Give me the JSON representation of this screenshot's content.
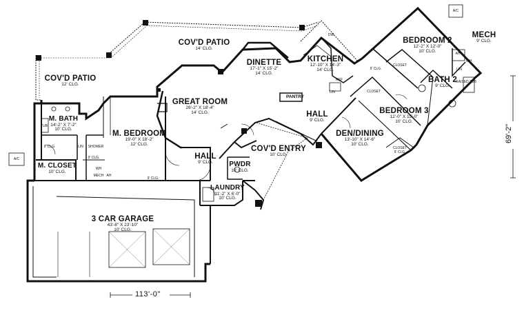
{
  "rooms": {
    "covd_patio_top": {
      "name": "COV'D PATIO",
      "ceiling": "14' CLG."
    },
    "covd_patio_left": {
      "name": "COV'D PATIO",
      "ceiling": "12' CLG."
    },
    "dinette": {
      "name": "DINETTE",
      "dims": "17'-1\" X 15'-2\"",
      "ceiling": "14' CLG."
    },
    "kitchen": {
      "name": "KITCHEN",
      "dims": "12'-10\" X 14'-3\"",
      "ceiling": "14' CLG."
    },
    "bedroom2": {
      "name": "BEDROOM 2",
      "dims": "12'-2\" X 12'-0\"",
      "ceiling": "10' CLG."
    },
    "mech": {
      "name": "MECH",
      "ceiling": "9' CLG."
    },
    "bath2": {
      "name": "BATH 2",
      "ceiling": "9' CLG."
    },
    "bedroom3": {
      "name": "BEDROOM 3",
      "dims": "12'-0\" X 15'-0\"",
      "ceiling": "10' CLG."
    },
    "great_room": {
      "name": "GREAT ROOM",
      "dims": "26'-2\" X 18'-4\"",
      "ceiling": "14' CLG."
    },
    "hall_center": {
      "name": "HALL",
      "ceiling": "9' CLG."
    },
    "den_dining": {
      "name": "DEN/DINING",
      "dims": "13'-10\" X 14'-6\"",
      "ceiling": "10' CLG."
    },
    "m_bath": {
      "name": "M. BATH",
      "dims": "14'-2\" X 7'-2\"",
      "ceiling": "10' CLG."
    },
    "m_bedroom": {
      "name": "M. BEDROOM",
      "dims": "19'-0\" X 18'-2\"",
      "ceiling": "12' CLG."
    },
    "m_closet": {
      "name": "M. CLOSET",
      "ceiling": "10' CLG."
    },
    "hall_left": {
      "name": "HALL",
      "ceiling": "9' CLG."
    },
    "covd_entry": {
      "name": "COV'D ENTRY",
      "ceiling": "10' CLG."
    },
    "pwdr": {
      "name": "PWDR",
      "ceiling": "10' CLG."
    },
    "laundry": {
      "name": "LAUNDRY",
      "dims": "11'-2\" X 6'-0\"",
      "ceiling": "10' CLG."
    },
    "garage": {
      "name": "3 CAR GARAGE",
      "dims": "43'-8\" X 23'-10\"",
      "ceiling": "10' CLG."
    }
  },
  "minor_labels": {
    "pantry": "PANTRY",
    "closet_b2": "CLOSET",
    "closet_den": "CLOSET",
    "closet_b3": "CLOSET",
    "closet_b3_clg": "9' CLG.",
    "shower": "SHOWER",
    "tub": "TUB",
    "lin_mb": "LIN",
    "lin_b2": "LIN",
    "wc_clg": "9' CLG.",
    "wc_clg2": "9' CLG.",
    "mech_small": "MECH",
    "ah_small": "AH",
    "wh_small": "WH",
    "ah_mech": "AH",
    "wh_mech": "WH",
    "raised_tub": "RAISED TUB",
    "ref": "REF",
    "lin_kitchen": "LIN",
    "dw": "DW",
    "ac_right": "A/C",
    "ac_left": "A/C",
    "bdr2_clg_small": "9' CLG.",
    "garage_ceiling_note": "9' CLG."
  },
  "dimensions": {
    "overall_width": "113'-0\"",
    "overall_depth": "69'-2\""
  }
}
